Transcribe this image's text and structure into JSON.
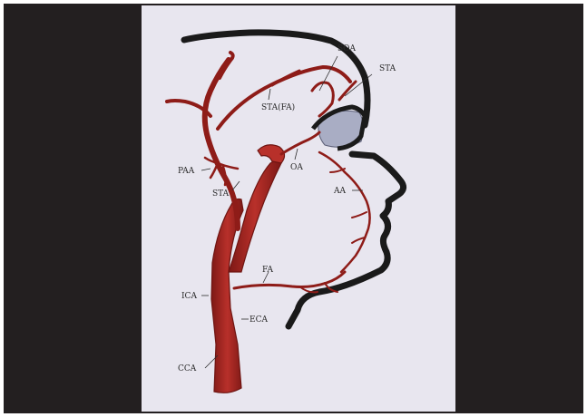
{
  "labels": {
    "soa": "SOA",
    "sta_top": "STA",
    "sta_fa": "STA(FA)",
    "oa": "OA",
    "paa": "PAA",
    "sta_mid": "STA",
    "aa": "AA",
    "fa": "FA",
    "ica": "ICA",
    "eca": "ECA",
    "cca": "CCA"
  },
  "colors": {
    "background": "#ffffff",
    "frame": "#231f20",
    "paper": "#e8e6ef",
    "artery": "#a3211f",
    "artery_dark": "#6e1512",
    "outline": "#1a1a1a",
    "eye": "#a9adc4"
  }
}
